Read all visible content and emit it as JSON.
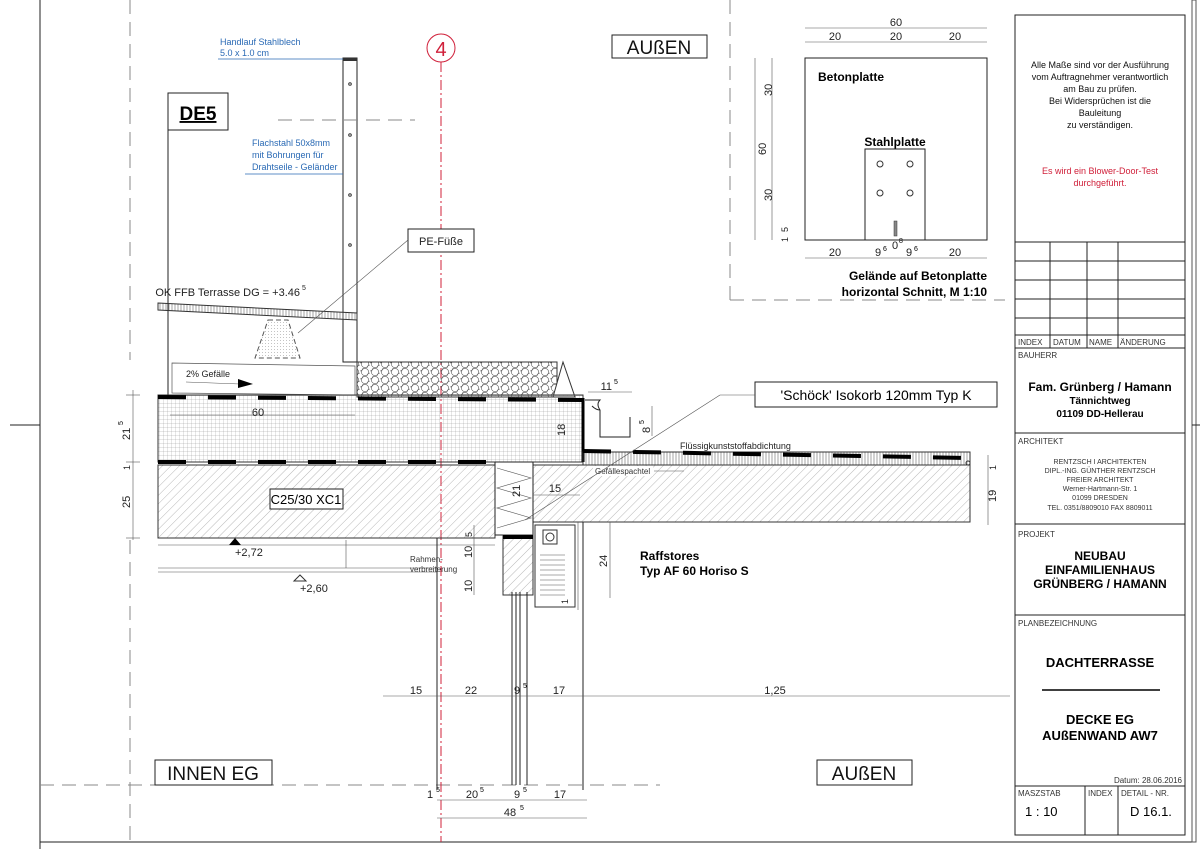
{
  "notice": {
    "lines": [
      "Alle Maße sind vor der Ausführung",
      "vom Auftragnehmer verantwortlich",
      "am Bau zu prüfen.",
      "Bei Widersprüchen ist die",
      "Bauleitung",
      "zu verständigen."
    ],
    "red_lines": [
      "Es wird ein Blower-Door-Test",
      "durchgeführt."
    ],
    "red_color": "#d0203a"
  },
  "revision_table": {
    "headers": [
      "INDEX",
      "DATUM",
      "NAME",
      "ÄNDERUNG"
    ]
  },
  "bauherr": {
    "label": "BAUHERR",
    "lines": [
      "Fam. Grünberg / Hamann",
      "Tännichtweg",
      "01109 DD-Hellerau"
    ]
  },
  "architekt": {
    "label": "ARCHITEKT",
    "lines": [
      "RENTZSCH I ARCHITEKTEN",
      "DIPL.-ING. GÜNTHER RENTZSCH",
      "FREIER ARCHITEKT",
      "Werner-Hartmann-Str. 1",
      "01099 DRESDEN",
      "TEL. 0351/8809010 FAX 8809011"
    ]
  },
  "projekt": {
    "label": "PROJEKT",
    "lines": [
      "NEUBAU",
      "EINFAMILIENHAUS",
      "GRÜNBERG / HAMANN"
    ]
  },
  "plan": {
    "label": "PLANBEZEICHNUNG",
    "title1": "DACHTERRASSE",
    "title2": [
      "DECKE EG",
      "AUßENWAND AW7"
    ],
    "date": "Datum: 28.06.2016"
  },
  "footer": {
    "scale_label": "MASZSTAB",
    "scale": "1 : 10",
    "index_label": "INDEX",
    "detail_label": "DETAIL - NR.",
    "detail": "D 16.1."
  },
  "drawing": {
    "axis_label": "4",
    "detail_tag": "DE5",
    "aussen_top": "AUßEN",
    "aussen_bottom": "AUßEN",
    "innen": "INNEN EG",
    "handlauf": [
      "Handlauf Stahlblech",
      "5.0 x 1.0 cm"
    ],
    "flachstahl": [
      "Flachstahl 50x8mm",
      "mit Bohrungen für",
      "Drahtseile - Geländer"
    ],
    "pe_fuesse": "PE-Füße",
    "ok_ffb": "OK FFB Terrasse DG = +3.46",
    "ok_ffb_sup": "5",
    "gefaelle": "2% Gefälle",
    "concrete": "C25/30 XC1",
    "level1": "+2,72",
    "level2": "+2,60",
    "schoeck": "'Schöck' Isokorb 120mm Typ K",
    "fluessig": "Flüssigkunststoffabdichtung",
    "gefaellespachtel": "Gefällespachtel",
    "rahmen": [
      "Rahmen-",
      "verbreiterung"
    ],
    "raffstores": [
      "Raffstores",
      "Typ AF 60 Horiso S"
    ],
    "dims": {
      "d60": "60",
      "d18": "18",
      "d11": "11",
      "d11s": "5",
      "d8": "8",
      "d8s": "5",
      "d21": "21",
      "d15": "15",
      "d5": "5",
      "d10a": "10",
      "d10b": "10",
      "d24": "24",
      "d1r": "1",
      "d19": "19",
      "left215": "21",
      "left215s": "5",
      "left1": "1",
      "left25": "25",
      "row1": [
        "15",
        "22",
        "9",
        "17",
        "1,25"
      ],
      "row1_sup": "5",
      "row2": [
        "1",
        "20",
        "9",
        "17"
      ],
      "row2_sup": [
        "5",
        "5",
        "5"
      ],
      "total": "48",
      "total_sup": "5"
    }
  },
  "plate_detail": {
    "betonplatte": "Betonplatte",
    "stahlplatte": "Stahlplatte",
    "caption": [
      "Gelände auf Betonplatte",
      "horizontal Schnitt, M 1:10"
    ],
    "top_total": "60",
    "top_parts": [
      "20",
      "20",
      "20"
    ],
    "left_total": "60",
    "left_parts": [
      "30",
      "30"
    ],
    "left_small": [
      "5",
      "1"
    ],
    "bottom_parts": [
      "20",
      "9",
      "9",
      "20"
    ],
    "bottom_sup": [
      "6",
      "6"
    ],
    "gap": "0",
    "gap_sup": "8"
  }
}
